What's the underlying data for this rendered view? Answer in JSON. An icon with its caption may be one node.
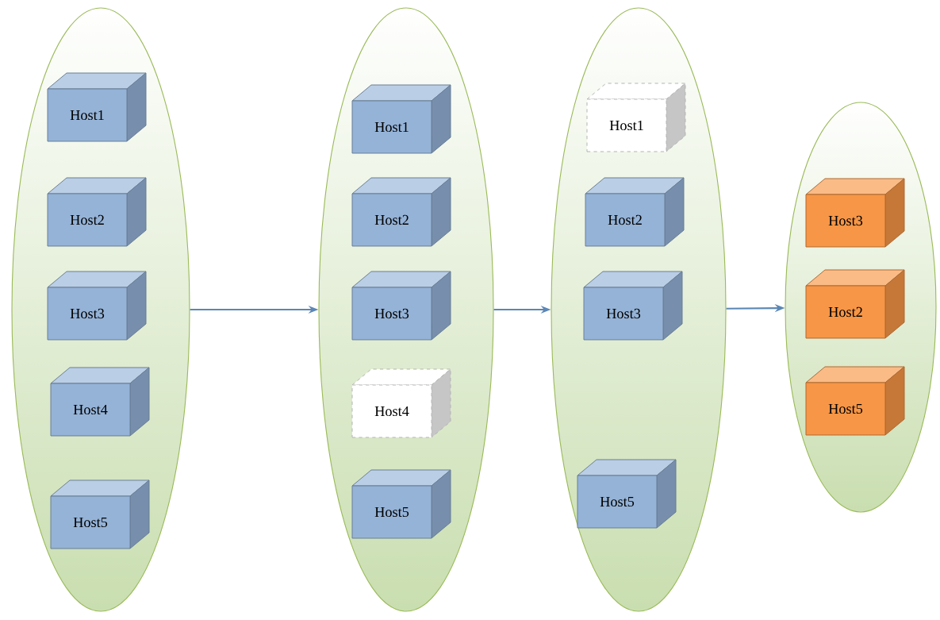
{
  "diagram": {
    "nodes": [
      {
        "text": [],
        "shape": "ellipse"
      },
      {
        "text": [
          "Host1"
        ],
        "in": 0
      },
      {
        "text": [
          "Host2"
        ],
        "in": 0
      },
      {
        "text": [
          "Host3"
        ],
        "in": 0
      },
      {
        "text": [
          "Host4"
        ],
        "in": 0
      },
      {
        "text": [
          "Host5"
        ],
        "in": 0
      },
      {
        "text": [],
        "shape": "ellipse"
      },
      {
        "text": [
          "Host1"
        ],
        "in": 6
      },
      {
        "text": [
          "Host2"
        ],
        "in": 6
      },
      {
        "text": [
          "Host3"
        ],
        "in": 6
      },
      {
        "text": [
          "Host4"
        ],
        "in": 6
      },
      {
        "text": [
          "Host5"
        ],
        "in": 6
      },
      {
        "text": [],
        "shape": "ellipse"
      },
      {
        "text": [
          "Host1"
        ],
        "in": 12
      },
      {
        "text": [
          "Host2"
        ],
        "in": 12
      },
      {
        "text": [
          "Host3"
        ],
        "in": 12
      },
      {
        "text": [
          "Host5"
        ],
        "in": 12
      },
      {
        "text": [],
        "shape": "ellipse"
      },
      {
        "text": [
          "Host3"
        ],
        "in": 17
      },
      {
        "text": [
          "Host2"
        ],
        "in": 17
      },
      {
        "text": [
          "Host5"
        ],
        "in": 17
      }
    ],
    "edges": [
      {
        "from": 0,
        "to": 6,
        "arrow": "to"
      },
      {
        "from": 6,
        "to": 12,
        "arrow": "to"
      },
      {
        "from": 12,
        "to": 17,
        "arrow": "to"
      }
    ]
  }
}
